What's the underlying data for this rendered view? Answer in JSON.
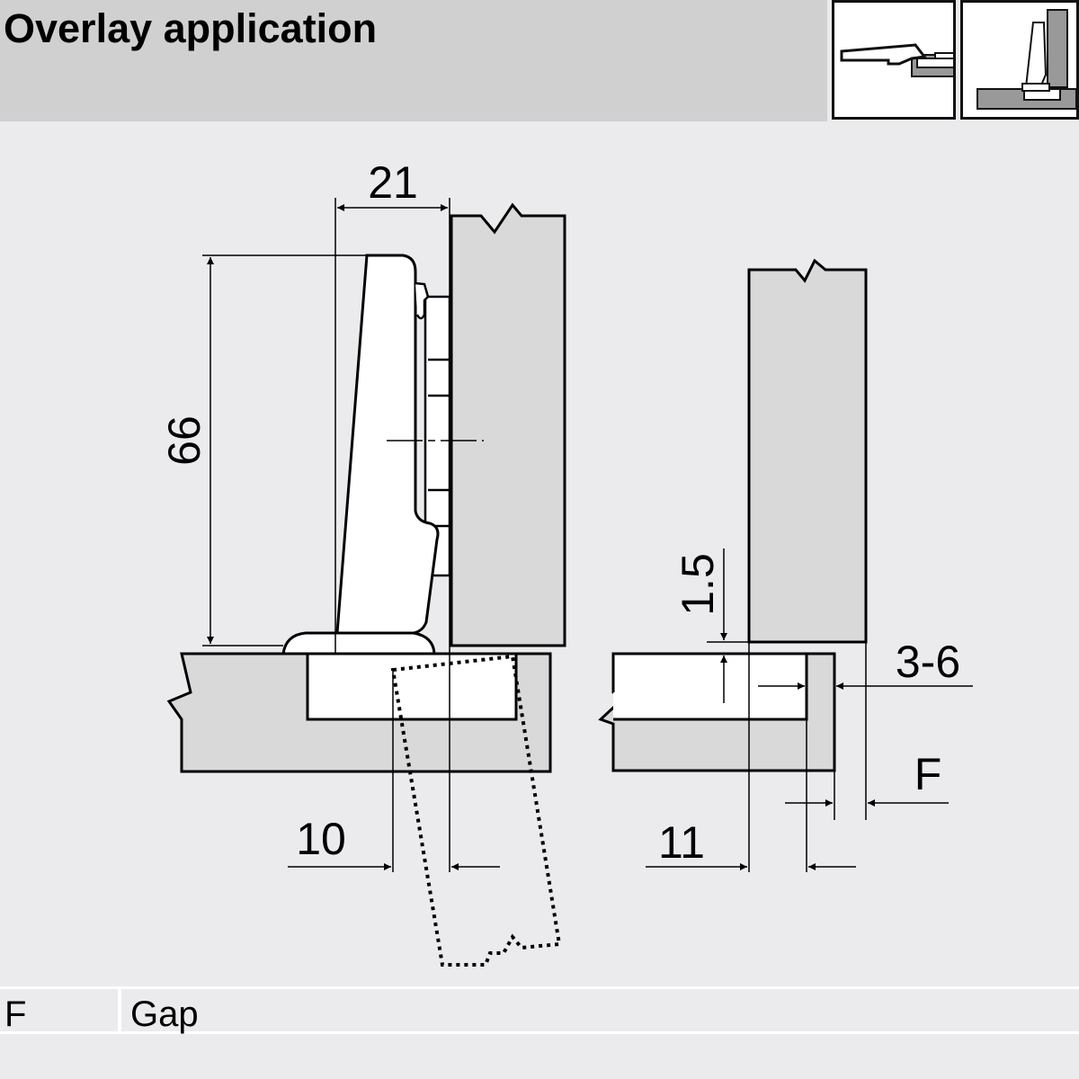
{
  "header": {
    "title": "Overlay application"
  },
  "thumbnails": [
    {
      "icon": "hinge-top-view-icon"
    },
    {
      "icon": "hinge-side-view-icon"
    }
  ],
  "dimensions": {
    "width_21": "21",
    "height_66": "66",
    "offset_10": "10",
    "offset_1_5": "1.5",
    "overlay_3_6": "3-6",
    "gap_F": "F",
    "offset_11": "11"
  },
  "legend": [
    {
      "key": "F",
      "value": "Gap"
    }
  ],
  "colors": {
    "panel": "#d9d9d9",
    "header": "#d0d0d0",
    "background": "#ebebee"
  }
}
